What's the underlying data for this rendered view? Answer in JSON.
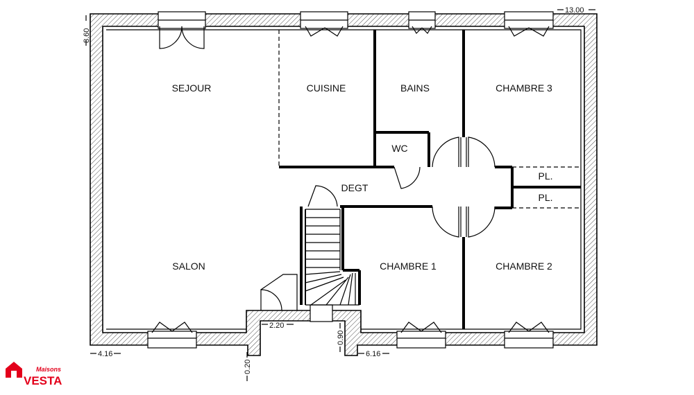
{
  "rooms": {
    "sejour": "SEJOUR",
    "cuisine": "CUISINE",
    "bains": "BAINS",
    "chambre3": "CHAMBRE 3",
    "wc": "WC",
    "degt": "DEGT",
    "pl_top": "PL.",
    "pl_bottom": "PL.",
    "salon": "SALON",
    "chambre1": "CHAMBRE 1",
    "chambre2": "CHAMBRE 2"
  },
  "dimensions": {
    "width_total": "13.00",
    "depth_total": "8.60",
    "left_bottom": "4.16",
    "entry_width": "2.20",
    "entry_offset": "0.20",
    "stair_offset": "0.90",
    "right_bottom": "6.16"
  },
  "logo": {
    "brand_script": "Maisons",
    "brand_name": "VESTA",
    "brand_color": "#e3001b"
  }
}
